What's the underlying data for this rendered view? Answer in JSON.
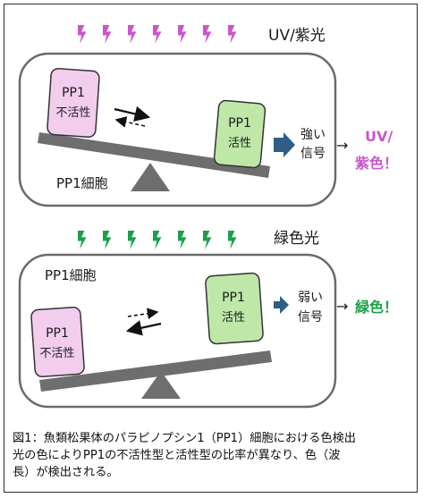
{
  "colors": {
    "uv_accent": "#cc55cc",
    "green_accent": "#1aa04a",
    "inactive_box_fill": "#f2cdee",
    "active_box_fill": "#bfe8a8",
    "seesaw": "#6e6e6e",
    "arrow_fill": "#2f5e86"
  },
  "top_panel": {
    "light_label": "UV/紫光",
    "cell_label": "PP1細胞",
    "inactive": {
      "line1": "PP1",
      "line2": "不活性"
    },
    "active": {
      "line1": "PP1",
      "line2": "活性"
    },
    "signal": {
      "line1": "強い",
      "line2": "信号"
    },
    "result": {
      "arrow": "→",
      "line1": "UV/",
      "line2": "紫色！"
    }
  },
  "bottom_panel": {
    "light_label": "緑色光",
    "cell_label": "PP1細胞",
    "inactive": {
      "line1": "PP1",
      "line2": "不活性"
    },
    "active": {
      "line1": "PP1",
      "line2": "活性"
    },
    "signal": {
      "line1": "弱い",
      "line2": "信号"
    },
    "result": {
      "arrow": "→",
      "text": "緑色！"
    }
  },
  "caption": {
    "line1": "図1：魚類松果体のパラピノプシン1（PP1）細胞における色検出",
    "line2": "光の色によりPP1の不活性型と活性型の比率が異なり、色（波",
    "line3": "長）が検出される。"
  }
}
